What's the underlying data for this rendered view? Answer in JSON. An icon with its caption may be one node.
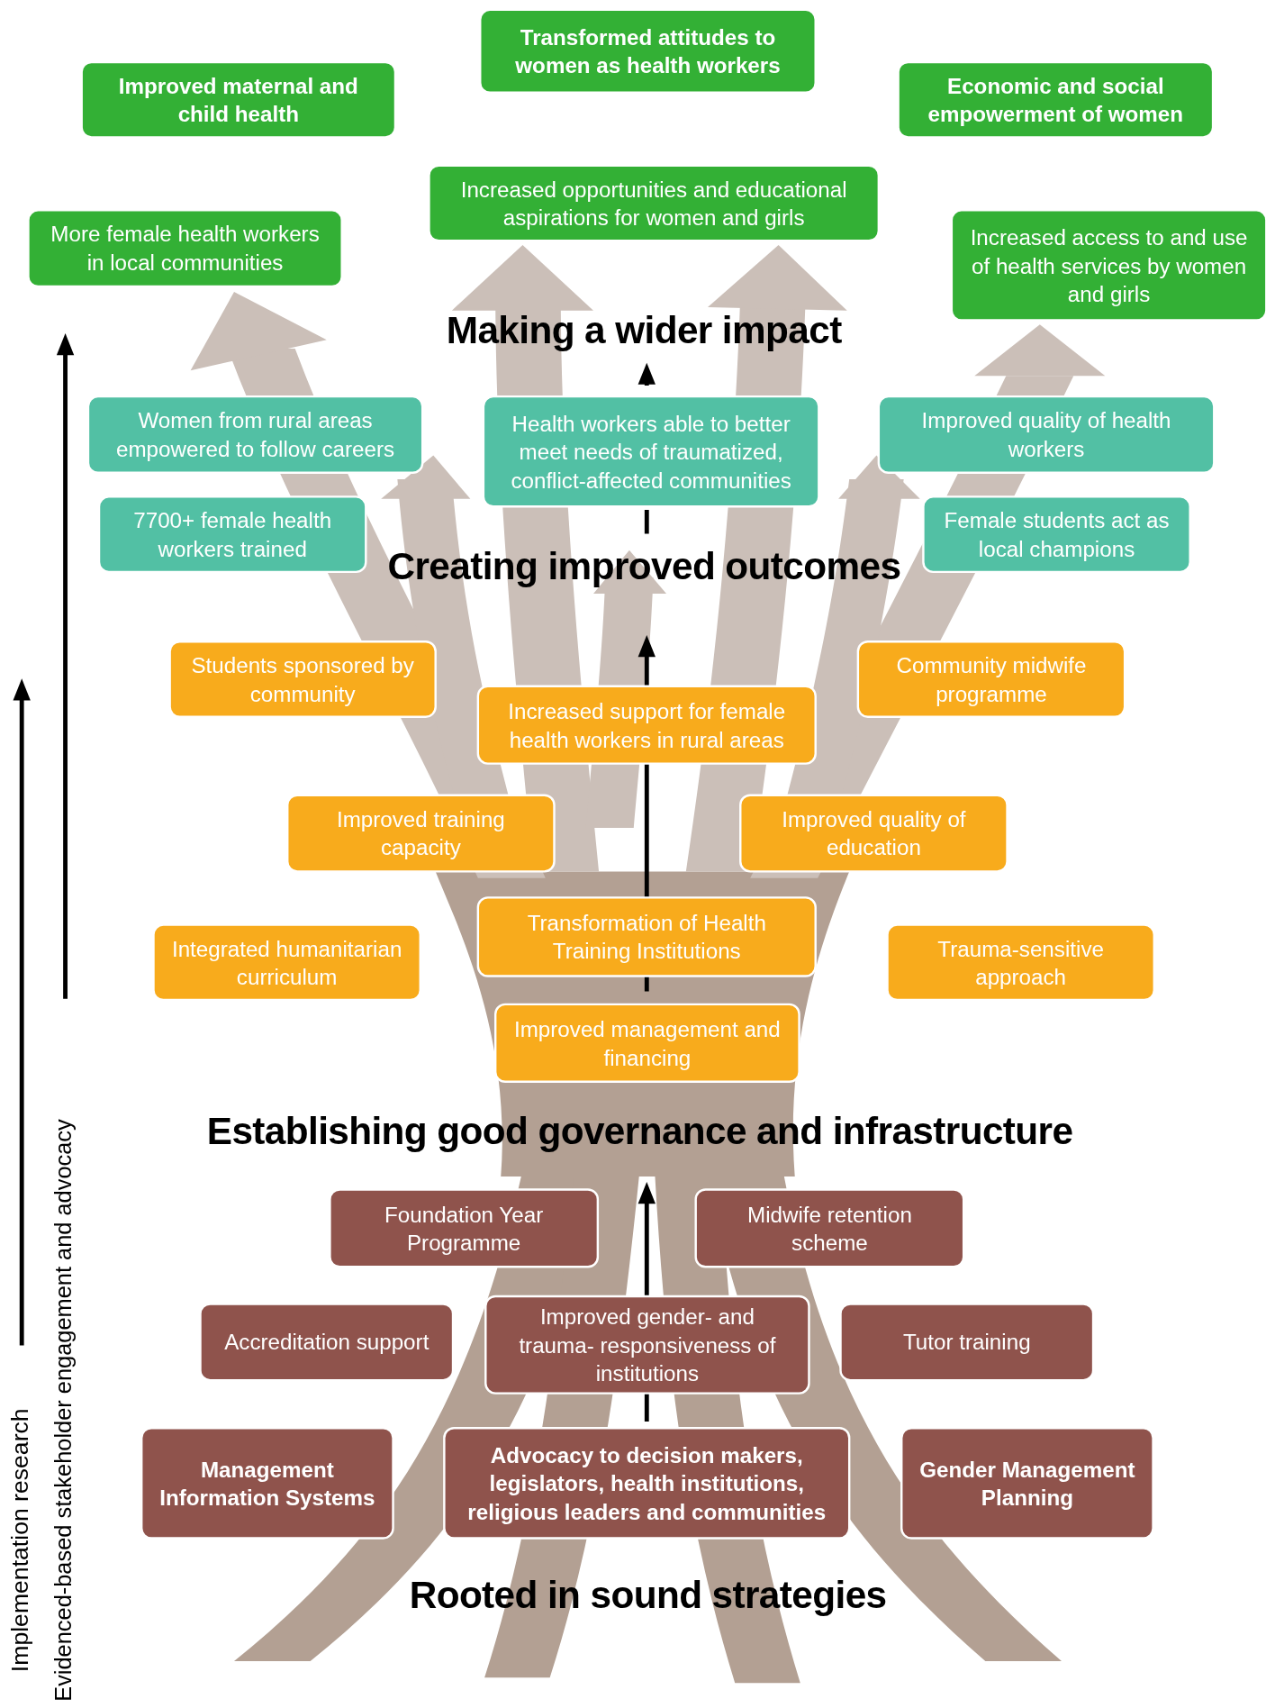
{
  "diagram": {
    "nodes": [
      {
        "text": [
          "Transformed attitudes to women as health workers"
        ]
      },
      {
        "text": [
          "Improved maternal and child health"
        ]
      },
      {
        "text": [
          "Economic and social empowerment of women"
        ]
      },
      {
        "text": [
          "Increased opportunities and educational aspirations for women and girls"
        ]
      },
      {
        "text": [
          "More female health workers in local communities"
        ]
      },
      {
        "text": [
          "Increased access to and use of health services by women and girls"
        ]
      },
      {
        "text": [
          "Women from rural areas empowered to follow careers"
        ]
      },
      {
        "text": [
          "Health workers able to better meet needs of traumatized, conflict-affected communities"
        ]
      },
      {
        "text": [
          "Improved quality of health workers"
        ]
      },
      {
        "text": [
          "7700+ female health workers trained"
        ]
      },
      {
        "text": [
          "Female students act as local champions"
        ]
      },
      {
        "text": [
          "Students sponsored by community"
        ]
      },
      {
        "text": [
          "Community midwife programme"
        ]
      },
      {
        "text": [
          "Increased support for female health workers in rural areas"
        ]
      },
      {
        "text": [
          "Improved training capacity"
        ]
      },
      {
        "text": [
          "Improved quality of education"
        ]
      },
      {
        "text": [
          "Integrated humanitarian curriculum"
        ]
      },
      {
        "text": [
          "Transformation of Health Training Institutions"
        ]
      },
      {
        "text": [
          "Trauma-sensitive approach"
        ]
      },
      {
        "text": [
          "Improved management and financing"
        ]
      },
      {
        "text": [
          "Foundation Year Programme"
        ]
      },
      {
        "text": [
          "Midwife retention scheme"
        ]
      },
      {
        "text": [
          "Accreditation support"
        ]
      },
      {
        "text": [
          "Improved gender- and trauma- responsiveness of institutions"
        ]
      },
      {
        "text": [
          "Tutor training"
        ]
      },
      {
        "text": [
          "Management Information Systems"
        ]
      },
      {
        "text": [
          "Advocacy to decision makers, legislators, health institutions, religious leaders and communities"
        ]
      },
      {
        "text": [
          "Gender Management Planning"
        ]
      }
    ],
    "labels": [
      "Making a wider impact",
      "Creating improved outcomes",
      "Establishing good governance and infrastructure",
      "Rooted in sound strategies",
      "Implementation research",
      "Evidenced-based stakeholder engagement and advocacy"
    ]
  }
}
